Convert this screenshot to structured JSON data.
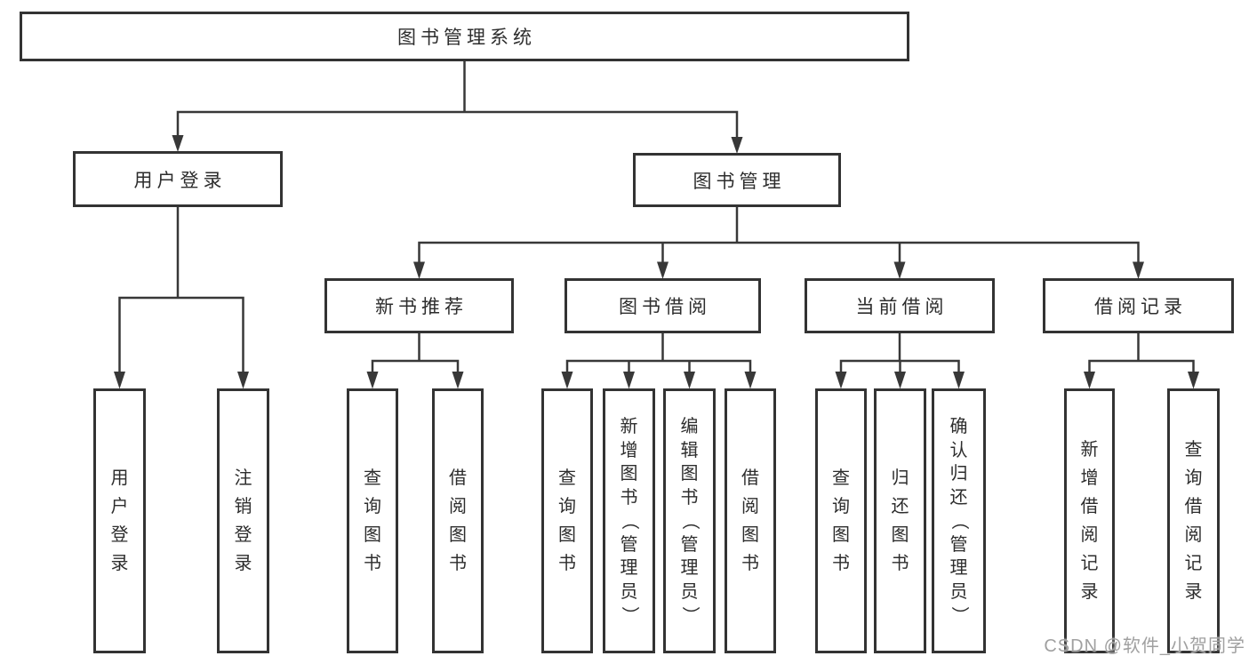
{
  "tree": {
    "root": {
      "label": "图书管理系统"
    },
    "branches": [
      {
        "label": "用户登录",
        "children": [
          {
            "label": "用户登录"
          },
          {
            "label": "注销登录"
          }
        ]
      },
      {
        "label": "图书管理",
        "children": [
          {
            "label": "新书推荐",
            "children": [
              {
                "label": "查询图书"
              },
              {
                "label": "借阅图书"
              }
            ]
          },
          {
            "label": "图书借阅",
            "children": [
              {
                "label": "查询图书"
              },
              {
                "label": "新增图书（管理员）"
              },
              {
                "label": "编辑图书（管理员）"
              },
              {
                "label": "借阅图书"
              }
            ]
          },
          {
            "label": "当前借阅",
            "children": [
              {
                "label": "查询图书"
              },
              {
                "label": "归还图书"
              },
              {
                "label": "确认归还（管理员）"
              }
            ]
          },
          {
            "label": "借阅记录",
            "children": [
              {
                "label": "新增借阅记录"
              },
              {
                "label": "查询借阅记录"
              }
            ]
          }
        ]
      }
    ]
  },
  "watermark": {
    "text": "CSDN @软件_小贺同学"
  },
  "colors": {
    "line": "#383838",
    "border": "#333333",
    "text": "#2d2d2d",
    "watermark": "#a0a0a0",
    "background": "#ffffff"
  }
}
